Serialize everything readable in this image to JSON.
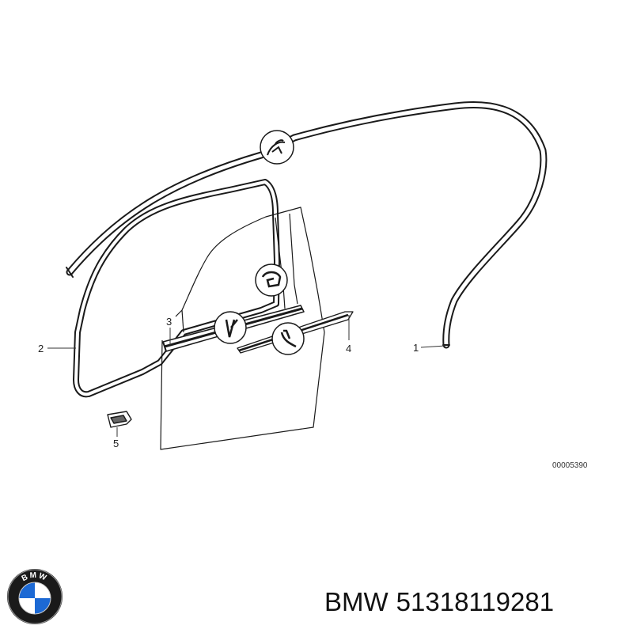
{
  "diagram": {
    "reference_code": "00005390",
    "callouts": {
      "c1": "1",
      "c2": "2",
      "c3": "3",
      "c4": "4",
      "c5": "5"
    }
  },
  "caption": {
    "brand": "BMW",
    "part_number": "51318119281"
  },
  "logo": {
    "letters": "BMW",
    "colors": {
      "ring": "#1a1a1a",
      "blue": "#1c69d4",
      "white": "#ffffff"
    }
  }
}
